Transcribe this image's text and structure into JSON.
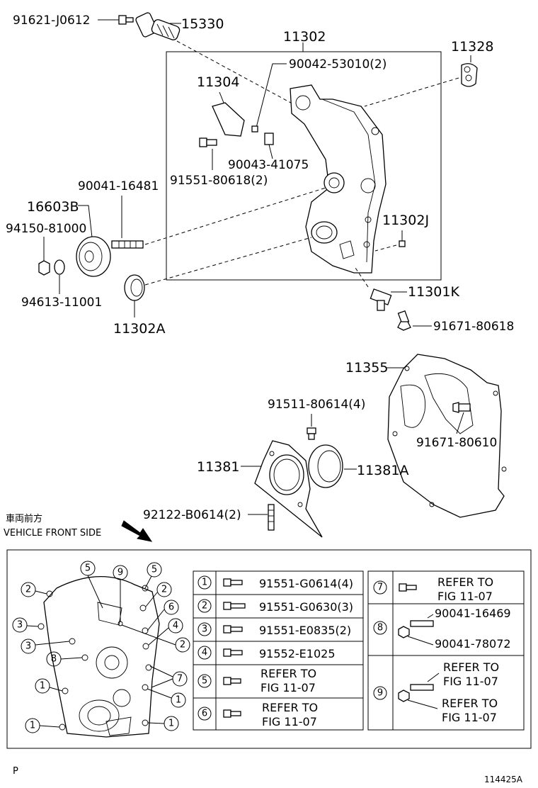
{
  "callouts": {
    "p91621": "91621-J0612",
    "p15330": "15330",
    "p11302": "11302",
    "p90042": "90042-53010(2)",
    "p11328": "11328",
    "p11304": "11304",
    "p90043": "90043-41075",
    "p91551a": "91551-80618(2)",
    "p90041a": "90041-16481",
    "p16603b": "16603B",
    "p94150": "94150-81000",
    "p11302j": "11302J",
    "p94613": "94613-11001",
    "p11301k": "11301K",
    "p11302a": "11302A",
    "p91671a": "91671-80618",
    "p11355": "11355",
    "p91511": "91511-80614(4)",
    "p91671b": "91671-80610",
    "p11381": "11381",
    "p11381a": "11381A",
    "p92122": "92122-B0614(2)"
  },
  "orientation": {
    "jp": "車両前方",
    "en": "VEHICLE FRONT SIDE"
  },
  "detail_markers": [
    "1",
    "2",
    "3",
    "4",
    "5",
    "6",
    "7",
    "8",
    "9"
  ],
  "bolt_table_left": [
    {
      "no": "1",
      "text": "91551-G0614(4)"
    },
    {
      "no": "2",
      "text": "91551-G0630(3)"
    },
    {
      "no": "3",
      "text": "91551-E0835(2)"
    },
    {
      "no": "4",
      "text": "91552-E1025"
    },
    {
      "no": "5",
      "line1": "REFER TO",
      "line2": "FIG 11-07"
    },
    {
      "no": "6",
      "line1": "REFER TO",
      "line2": "FIG 11-07"
    }
  ],
  "bolt_table_right": [
    {
      "no": "7",
      "line1": "REFER TO",
      "line2": "FIG 11-07"
    },
    {
      "no": "8",
      "line1": "90041-16469",
      "line2": "90041-78072"
    },
    {
      "no": "9",
      "line1": "REFER TO",
      "line2": "FIG 11-07",
      "line3": "REFER TO",
      "line4": "FIG 11-07"
    }
  ],
  "footer": {
    "page_mark": "P",
    "fig_id": "114425A"
  }
}
